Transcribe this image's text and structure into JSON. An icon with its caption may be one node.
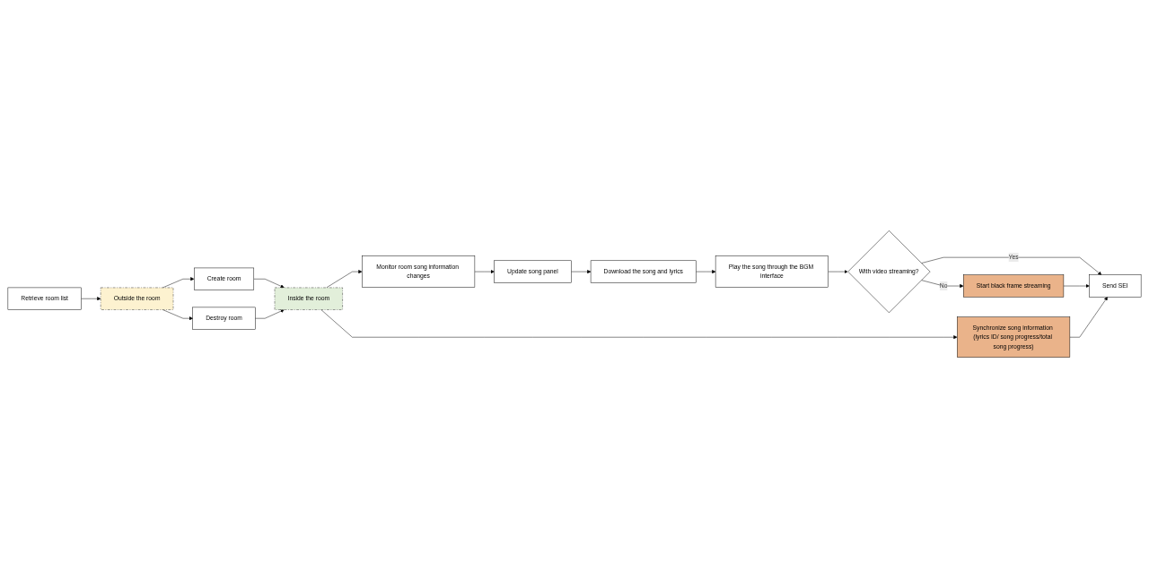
{
  "diagram": {
    "nodes": [
      {
        "text": [
          "Retrieve room list"
        ]
      },
      {
        "text": [
          "Outside the room"
        ]
      },
      {
        "text": [
          "Create room"
        ]
      },
      {
        "text": [
          "Destroy room"
        ]
      },
      {
        "text": [
          "Inside the room"
        ]
      },
      {
        "text": [
          "Monitor room song information changes"
        ]
      },
      {
        "text": [
          "Update song panel"
        ]
      },
      {
        "text": [
          "Download the song and lyrics"
        ]
      },
      {
        "text": [
          "Play the song through the BGM interface"
        ]
      },
      {
        "text": [
          "With video streaming?"
        ]
      },
      {
        "text": [
          "Start black frame streaming"
        ]
      },
      {
        "text": [
          "Synchronize song information (lyrics ID/ song progress/total song progress)"
        ]
      },
      {
        "text": [
          "Send SEI"
        ]
      }
    ],
    "edges": [
      {
        "from": 0,
        "to": 1,
        "arrow": "to"
      },
      {
        "from": 1,
        "to": 2,
        "arrow": "to"
      },
      {
        "from": 1,
        "to": 3,
        "arrow": "to"
      },
      {
        "from": 2,
        "to": 4,
        "arrow": "to"
      },
      {
        "from": 3,
        "to": 4,
        "arrow": "to"
      },
      {
        "from": 4,
        "to": 5,
        "arrow": "to"
      },
      {
        "from": 4,
        "to": 11,
        "arrow": "to"
      },
      {
        "from": 5,
        "to": 6,
        "arrow": "to"
      },
      {
        "from": 6,
        "to": 7,
        "arrow": "to"
      },
      {
        "from": 7,
        "to": 8,
        "arrow": "to"
      },
      {
        "from": 8,
        "to": 9,
        "arrow": "to"
      },
      {
        "from": 9,
        "to": 10,
        "label": "No",
        "arrow": "to"
      },
      {
        "from": 9,
        "to": 12,
        "label": "Yes",
        "arrow": "to"
      },
      {
        "from": 10,
        "to": 12,
        "arrow": "to"
      },
      {
        "from": 11,
        "to": 12,
        "arrow": "to"
      }
    ]
  }
}
